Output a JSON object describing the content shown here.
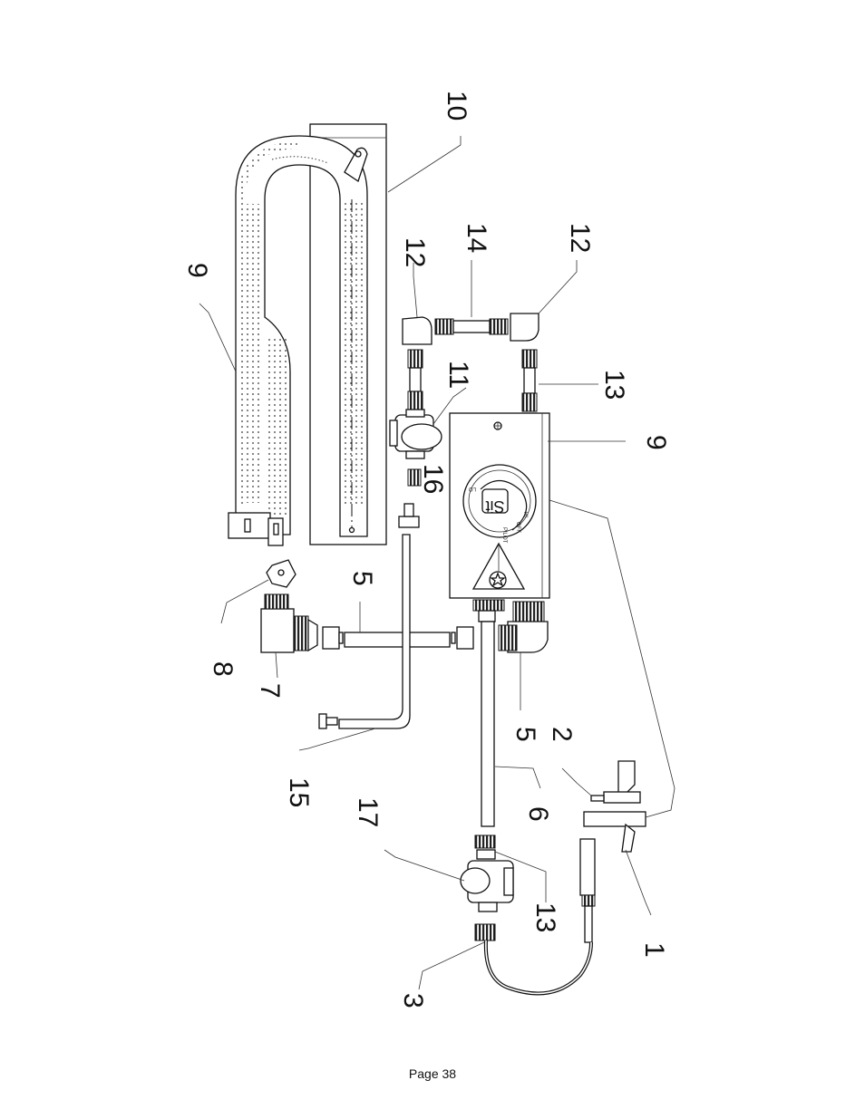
{
  "page": {
    "number_label": "Page 38"
  },
  "dial": {
    "brand": "Sit",
    "labels": [
      "LO",
      "HI",
      "OFF",
      "PILOT"
    ]
  },
  "callouts": [
    {
      "id": "c10",
      "text": "10"
    },
    {
      "id": "c9a",
      "text": "9"
    },
    {
      "id": "c12a",
      "text": "12"
    },
    {
      "id": "c14",
      "text": "14"
    },
    {
      "id": "c12b",
      "text": "12"
    },
    {
      "id": "c11",
      "text": "11"
    },
    {
      "id": "c13a",
      "text": "13"
    },
    {
      "id": "c9b",
      "text": "9"
    },
    {
      "id": "c16",
      "text": "16"
    },
    {
      "id": "c5a",
      "text": "5"
    },
    {
      "id": "c8",
      "text": "8"
    },
    {
      "id": "c7",
      "text": "7"
    },
    {
      "id": "c5b",
      "text": "5"
    },
    {
      "id": "c2",
      "text": "2"
    },
    {
      "id": "c15",
      "text": "15"
    },
    {
      "id": "c17",
      "text": "17"
    },
    {
      "id": "c6",
      "text": "6"
    },
    {
      "id": "c13b",
      "text": "13"
    },
    {
      "id": "c1",
      "text": "1"
    },
    {
      "id": "c3",
      "text": "3"
    }
  ]
}
